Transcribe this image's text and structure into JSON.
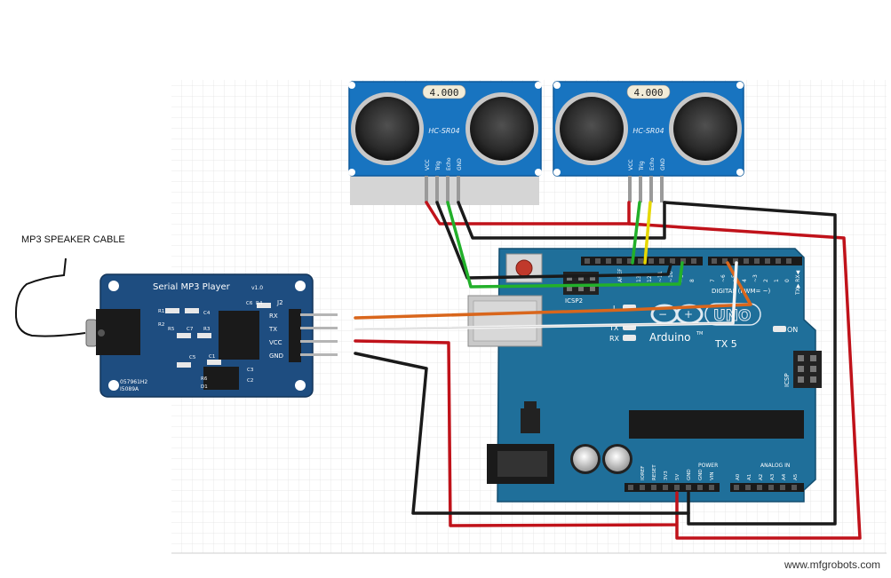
{
  "annotations": {
    "speaker_cable": "MP3 SPEAKER CABLE",
    "watermark": "www.mfgrobots.com"
  },
  "sensors": [
    {
      "display": "4.000",
      "model": "HC-SR04",
      "pins": [
        "VCC",
        "Trig",
        "Echo",
        "GND"
      ]
    },
    {
      "display": "4.000",
      "model": "HC-SR04",
      "pins": [
        "VCC",
        "Trig",
        "Echo",
        "GND"
      ]
    }
  ],
  "mp3_module": {
    "title": "Serial MP3 Player",
    "version": "v1.0",
    "header": "J2",
    "pins": [
      "RX",
      "TX",
      "VCC",
      "GND"
    ],
    "codes": [
      "057961H2",
      "I5089A"
    ],
    "component_labels": [
      "R1",
      "R2",
      "R3",
      "R4",
      "R5",
      "R6",
      "C1",
      "C2",
      "C3",
      "C4",
      "C5",
      "C6",
      "C7",
      "D1"
    ]
  },
  "arduino": {
    "brand": "Arduino",
    "tm": "TM",
    "model": "UNO",
    "tx_label": "TX 5",
    "on_label": "ON",
    "icsp_label": "ICSP",
    "icsp2_label": "ICSP2",
    "leds": [
      "L",
      "TX",
      "RX"
    ],
    "digital_label": "DIGITAL (PWM= ~)",
    "txrx_label": "TX▶ RX◀",
    "aref_label": "AREF",
    "digital_pins": [
      "13",
      "12",
      "~11",
      "~10",
      "~9",
      "8",
      "7",
      "~6",
      "~5",
      "4",
      "~3",
      "2",
      "1",
      "0"
    ],
    "power_label": "POWER",
    "power_pins": [
      "IOREF",
      "RESET",
      "3V3",
      "5V",
      "GND",
      "GND",
      "VIN"
    ],
    "analog_label": "ANALOG IN",
    "analog_pins": [
      "A0",
      "A1",
      "A2",
      "A3",
      "A4",
      "A5"
    ]
  },
  "wire_colors": {
    "red": "#c0121a",
    "black": "#1a1a1a",
    "green": "#22b02a",
    "yellow": "#e6d800",
    "orange": "#d9661c",
    "white": "#f4f4f4"
  },
  "colors": {
    "board": "#1f6f9a",
    "sensor": "#1874c0",
    "mp3_board": "#1e4d80"
  }
}
